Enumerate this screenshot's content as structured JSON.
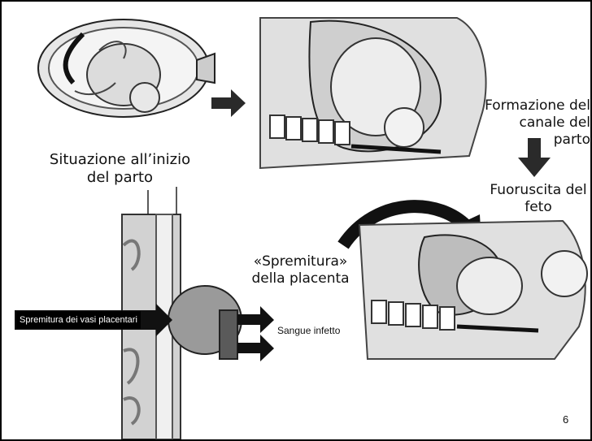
{
  "labels": {
    "start": [
      "Situazione all’inizio",
      "del parto"
    ],
    "canal": [
      "Formazione del",
      "canale del parto"
    ],
    "exit": [
      "Fuoruscita del",
      "feto"
    ],
    "squeeze": [
      "«Spremitura»",
      "della placenta"
    ],
    "vessels": "Spremitura dei vasi placentari",
    "blood": "Sangue infetto",
    "page": "6"
  },
  "colors": {
    "ink": "#111111",
    "skin": "#d9d9d9",
    "tissue": "#9a9a9a",
    "dark": "#3c3c3c"
  }
}
